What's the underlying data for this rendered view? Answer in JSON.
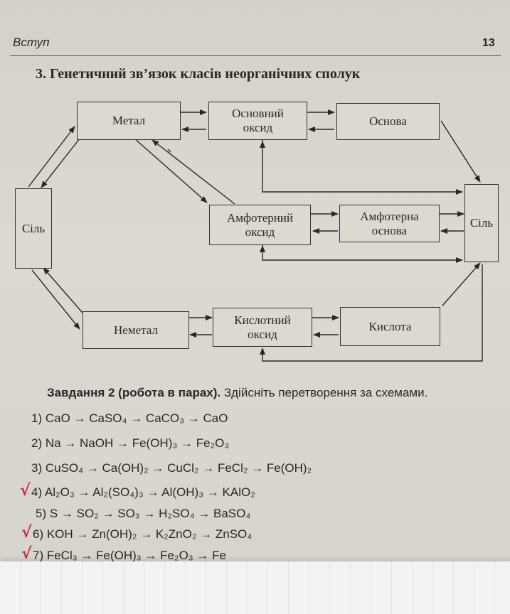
{
  "header": {
    "section": "Вступ",
    "page_number": "13"
  },
  "title": "3. Генетичний зв’язок класів неорганічних сполук",
  "diagram": {
    "nodes": {
      "metal": "Метал",
      "basic_oxide_1": "Основний",
      "basic_oxide_2": "оксид",
      "base": "Основа",
      "salt_left": "Сіль",
      "amph_oxide_1": "Амфотерний",
      "amph_oxide_2": "оксид",
      "amph_base_1": "Амфотерна",
      "amph_base_2": "основа",
      "salt_right": "Сіль",
      "nonmetal": "Неметал",
      "acid_oxide_1": "Кислотний",
      "acid_oxide_2": "оксид",
      "acid": "Кислота"
    }
  },
  "task": {
    "heading_bold": "Завдання 2 (робота в парах).",
    "heading_rest": " Здійсніть перетворення за схемами.",
    "items": [
      "1) CaO → CaSO₄ → CaCO₃ → CaO",
      "2) Na → NaOH → Fe(OH)₃ → Fe₂O₃",
      "3) CuSO₄ → Ca(OH)₂ → CuCl₂ → FeCl₂ → Fe(OH)₂",
      "4) Al₂O₃ → Al₂(SO₄)₃ → Al(OH)₃ → KAlO₂",
      "5) S → SO₂ → SO₃ → H₂SO₄ → BaSO₄",
      "6) KOH → Zn(OH)₂ → K₂ZnO₂ → ZnSO₄",
      "7) FeCl₃ → Fe(OH)₃ → Fe₂O₃ → Fe"
    ],
    "checkmarks": [
      "√",
      "√",
      "√"
    ]
  }
}
